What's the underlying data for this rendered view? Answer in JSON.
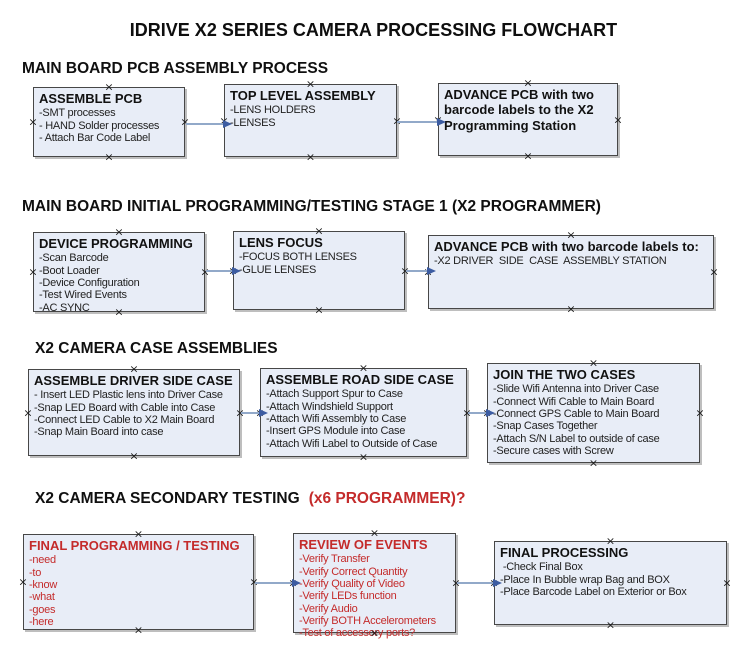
{
  "title": "IDRIVE X2  SERIES CAMERA PROCESSING FLOWCHART",
  "ui": {
    "handle_glyph": "×",
    "colors": {
      "box_fill": "#e8edf7",
      "box_border": "#474747",
      "arrow_line": "#92a9c9",
      "arrow_head": "#3c5ca2",
      "accent_red": "#c42b2b",
      "text": "#1a1a1a"
    }
  },
  "sections": [
    {
      "heading": "MAIN BOARD PCB ASSEMBLY PROCESS",
      "boxes": [
        {
          "title": "ASSEMBLE PCB",
          "lines": [
            "-SMT processes",
            "- HAND Solder processes",
            "- Attach Bar Code Label"
          ]
        },
        {
          "title": "TOP LEVEL ASSEMBLY",
          "lines": [
            "-LENS HOLDERS",
            "-LENSES"
          ]
        },
        {
          "title": "ADVANCE PCB with two barcode labels to the X2 Programming Station",
          "lines": []
        }
      ]
    },
    {
      "heading": "MAIN BOARD INITIAL PROGRAMMING/TESTING STAGE 1 (X2 PROGRAMMER)",
      "boxes": [
        {
          "title": "DEVICE PROGRAMMING",
          "lines": [
            "-Scan Barcode",
            "-Boot Loader",
            "-Device Configuration",
            "-Test Wired Events",
            "-AC SYNC"
          ]
        },
        {
          "title": "LENS FOCUS",
          "lines": [
            "-FOCUS BOTH LENSES",
            "-GLUE LENSES"
          ]
        },
        {
          "title": "ADVANCE PCB with two barcode labels to:",
          "lines": [
            "-X2 DRIVER  SIDE  CASE  ASSEMBLY STATION"
          ]
        }
      ]
    },
    {
      "heading": "X2 CAMERA CASE ASSEMBLIES",
      "boxes": [
        {
          "title": "ASSEMBLE DRIVER SIDE CASE",
          "lines": [
            "- Insert LED Plastic lens into Driver Case",
            "-Snap LED Board with Cable into Case",
            "-Connect LED Cable to X2 Main Board",
            "-Snap Main Board into case"
          ]
        },
        {
          "title": "ASSEMBLE ROAD SIDE CASE",
          "lines": [
            "-Attach Support Spur to Case",
            "-Attach Windshield Support",
            "-Attach Wifi Assembly to Case",
            "-Insert GPS Module into Case",
            "-Attach Wifi Label to Outside of Case"
          ]
        },
        {
          "title": "JOIN THE TWO CASES",
          "lines": [
            "-Slide Wifi Antenna into Driver Case",
            "-Connect Wifi Cable to Main Board",
            "-Connect GPS Cable to Main Board",
            "-Snap Cases Together",
            "-Attach S/N Label to outside of case",
            "-Secure cases with Screw"
          ]
        }
      ]
    },
    {
      "heading": "X2 CAMERA SECONDARY TESTING",
      "heading_accent": "(x6 PROGRAMMER)?",
      "boxes": [
        {
          "title": "FINAL PROGRAMMING / TESTING",
          "lines": [
            "-need",
            "-to",
            "-know",
            "-what",
            "-goes",
            "-here"
          ]
        },
        {
          "title": "REVIEW OF EVENTS",
          "lines": [
            "-Verify Transfer",
            "-Verify Correct Quantity",
            "-Verify Quality of Video",
            "-Verify LEDs function",
            "-Verify Audio",
            "-Verify BOTH Accelerometers",
            "-Test of accessory ports?"
          ]
        },
        {
          "title": "FINAL PROCESSING",
          "lines": [
            " -Check Final Box",
            "-Place In Bubble wrap Bag and BOX",
            "-Place Barcode Label on Exterior or Box"
          ]
        }
      ]
    }
  ]
}
